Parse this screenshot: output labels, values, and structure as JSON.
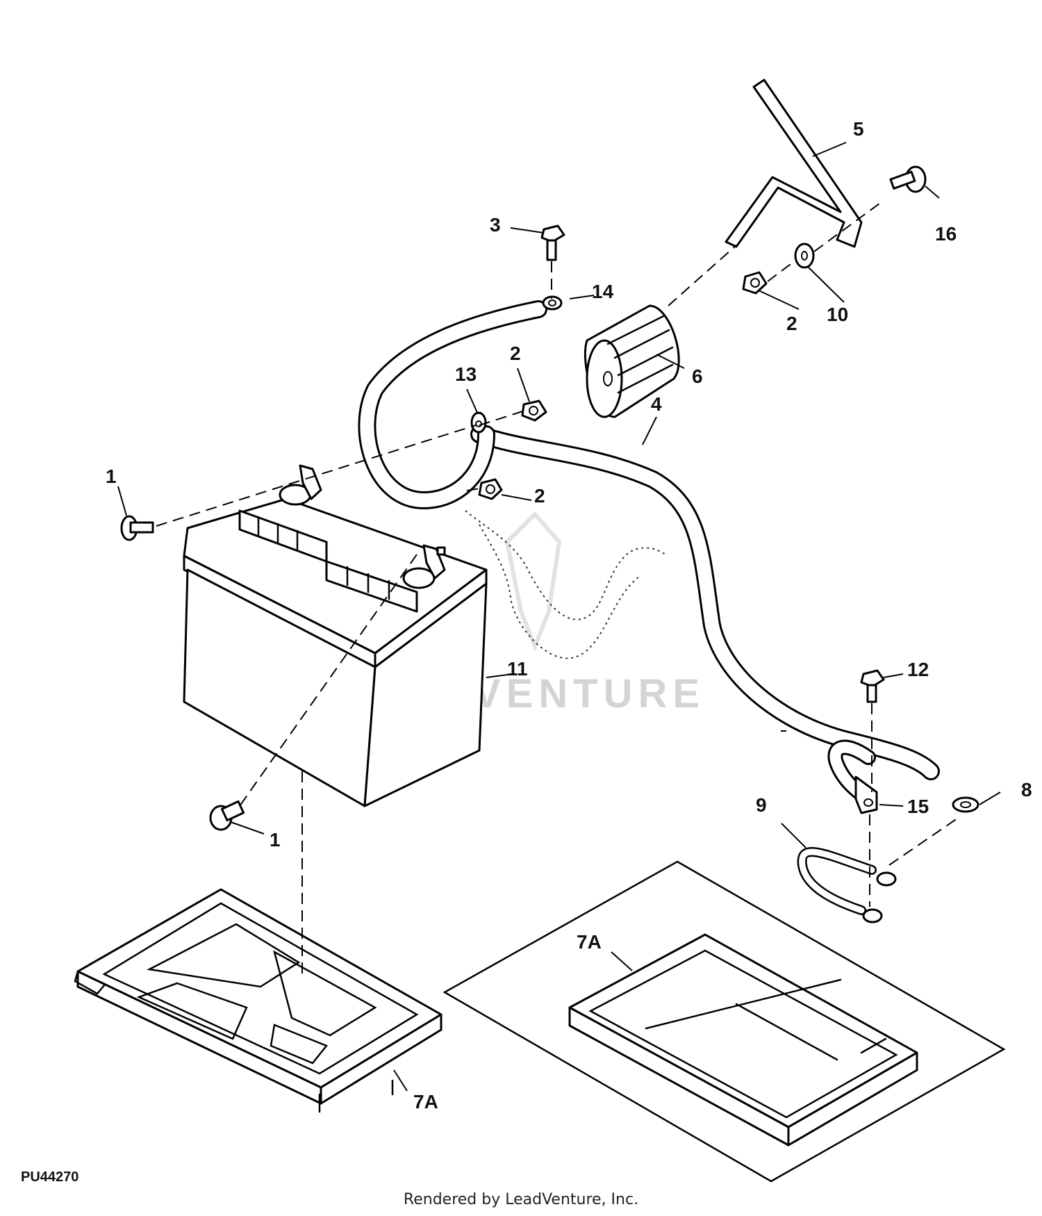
{
  "diagram_id": "PU44270",
  "credit": "Rendered by LeadVenture, Inc.",
  "watermark": "LEADVENTURE",
  "callouts": {
    "c1a": "1",
    "c1b": "1",
    "c2a": "2",
    "c2b": "2",
    "c2c": "2",
    "c3": "3",
    "c4": "4",
    "c5": "5",
    "c6": "6",
    "c7a1": "7A",
    "c7a2": "7A",
    "c8": "8",
    "c9": "9",
    "c10": "10",
    "c11": "11",
    "c12": "12",
    "c13": "13",
    "c14": "14",
    "c15": "15",
    "c16": "16"
  }
}
